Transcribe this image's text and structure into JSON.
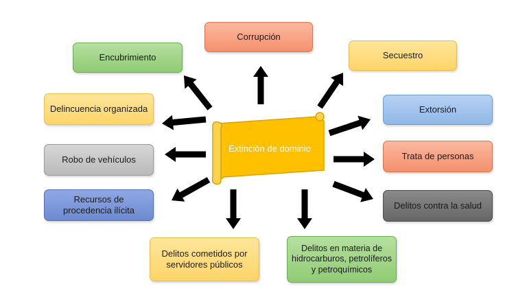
{
  "center": {
    "label": "Extinción de dominio"
  },
  "nodes": {
    "corrupcion": "Corrupción",
    "encubrimiento": "Encubrimiento",
    "secuestro": "Secuestro",
    "delincuencia": "Delincuencia organizada",
    "extorsion": "Extorsión",
    "robo": "Robo de vehículos",
    "trata": "Trata de personas",
    "recursos": "Recursos de procedencia ilícita",
    "salud": "Delitos contra la salud",
    "servidores": "Delitos cometidos por servidores públicos",
    "hidrocarburos": "Delitos en materia de hidrocarburos, petrolíferos y petroquímicos"
  },
  "colors": {
    "scroll": "#ffc000",
    "arrow": "#000000"
  }
}
